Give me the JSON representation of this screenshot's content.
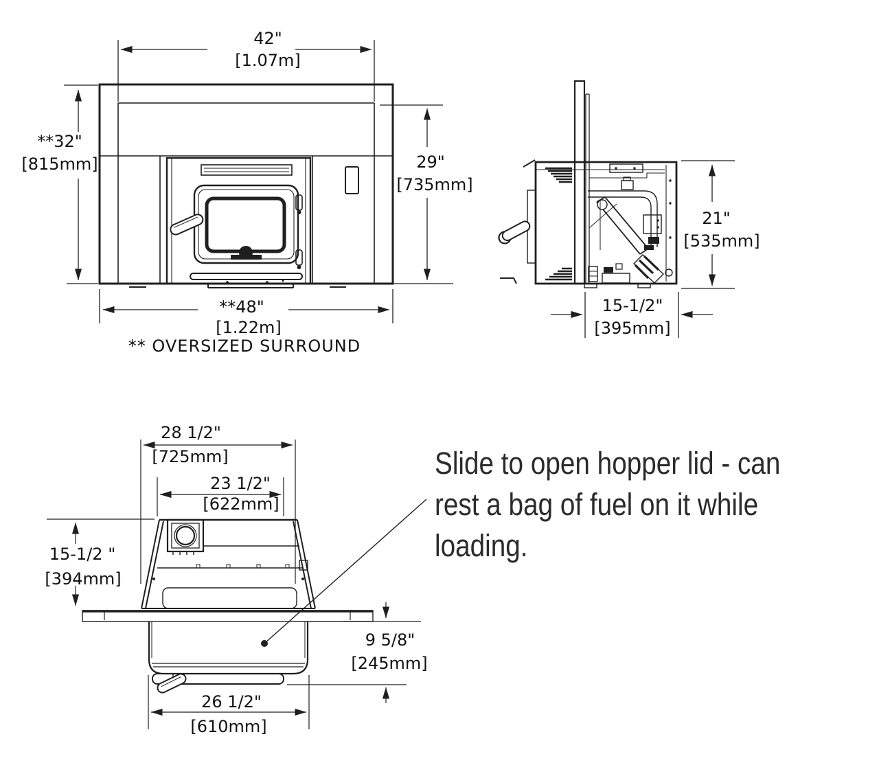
{
  "front_view": {
    "dim_top": {
      "inches": "42\"",
      "metric": "[1.07m]"
    },
    "dim_left": {
      "inches": "**32\"",
      "metric": "[815mm]"
    },
    "dim_right": {
      "inches": "29\"",
      "metric": "[735mm]"
    },
    "dim_bottom": {
      "inches": "**48\"",
      "metric": "[1.22m]"
    },
    "footnote": "** OVERSIZED SURROUND"
  },
  "side_view": {
    "dim_height": {
      "inches": "21\"",
      "metric": "[535mm]"
    },
    "dim_depth": {
      "inches": "15-1/2\"",
      "metric": "[395mm]"
    }
  },
  "rear_view": {
    "dim_outer_width": {
      "inches": "28 1/2\"",
      "metric": "[725mm]"
    },
    "dim_hopper_width": {
      "inches": "23 1/2\"",
      "metric": "[622mm]"
    },
    "dim_height": {
      "inches": "15-1/2 \"",
      "metric": "[394mm]"
    },
    "dim_lid_depth": {
      "inches": "9 5/8\"",
      "metric": "[245mm]"
    },
    "dim_lid_width": {
      "inches": "26 1/2\"",
      "metric": "[610mm]"
    }
  },
  "note": {
    "line1": "Slide to open hopper lid - can",
    "line2": "rest a bag of fuel on it while",
    "line3": "loading."
  },
  "colors": {
    "line": "#1f1f1f",
    "text": "#121212",
    "note_text": "#2b2b2b",
    "background": "#ffffff"
  }
}
